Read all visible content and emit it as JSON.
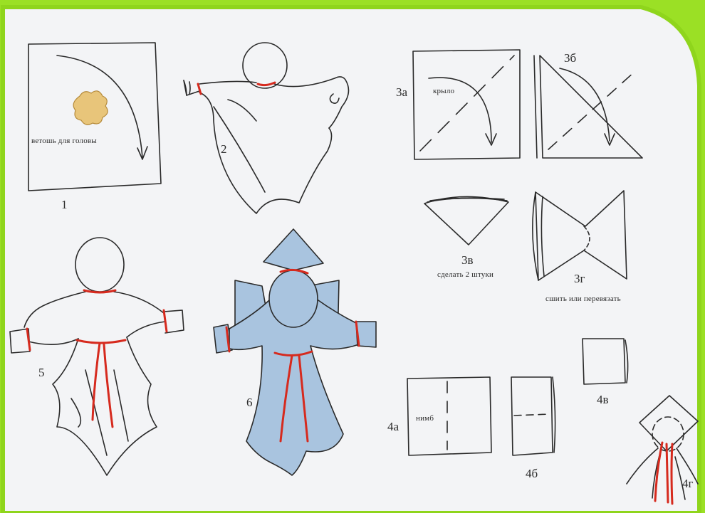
{
  "colors": {
    "green_corner": "#9be025",
    "green_border": "#8fd51c",
    "paper": "#f3f4f6",
    "ink": "#2a2a2a",
    "thread_red": "#d62a1e",
    "angel_fill": "#a9c4df",
    "wool_fill": "#e8c57a"
  },
  "steps": {
    "s1": {
      "number": "1",
      "caption": "ветошь для головы"
    },
    "s2": {
      "number": "2"
    },
    "s3a": {
      "number": "3а",
      "caption": "крыло"
    },
    "s3b": {
      "number": "3б"
    },
    "s3v": {
      "number": "3в",
      "caption": "сделать 2 штуки"
    },
    "s3g": {
      "number": "3г",
      "caption": "сшить или перевязать"
    },
    "s4a": {
      "number": "4а",
      "caption": "нимб"
    },
    "s4b": {
      "number": "4б"
    },
    "s4v": {
      "number": "4в"
    },
    "s4g": {
      "number": "4г"
    },
    "s5": {
      "number": "5"
    },
    "s6": {
      "number": "6"
    }
  }
}
